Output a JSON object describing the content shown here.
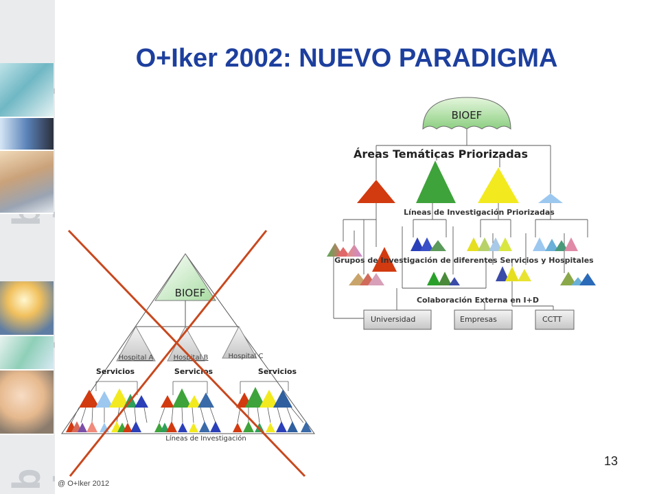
{
  "title": "O+Iker 2002: NUEVO PARADIGMA",
  "page_number": "13",
  "footer": "@ O+Iker 2012",
  "sidebar": {
    "watermark": [
      "b i + o",
      "b i + o",
      "b i + o",
      "b i + o"
    ]
  },
  "old_model": {
    "apex_label": "BIOEF",
    "hospitals": [
      "Hospital A",
      "Hospital B",
      "Hospital C"
    ],
    "servicios_label": "Servicios",
    "lineas_label": "Líneas de Investigación"
  },
  "new_model": {
    "umbrella_label": "BIOEF",
    "areas_label": "Áreas Temáticas Priorizadas",
    "lineas_label": "Líneas de Investigación Priorizadas",
    "grupos_label": "Grupos de Investigación de diferentes Servicios y Hospitales",
    "colaboracion_label": "Colaboración Externa en I+D",
    "partners": [
      "Universidad",
      "Empresas",
      "CCTT"
    ]
  },
  "colors": {
    "title": "#1d3f9e",
    "cross": "#c8481e",
    "red": "#d23a10",
    "green": "#3ea33a",
    "yellow": "#f2ea1e",
    "blue": "#2b3fb8",
    "lightblue": "#9cc8f0"
  }
}
